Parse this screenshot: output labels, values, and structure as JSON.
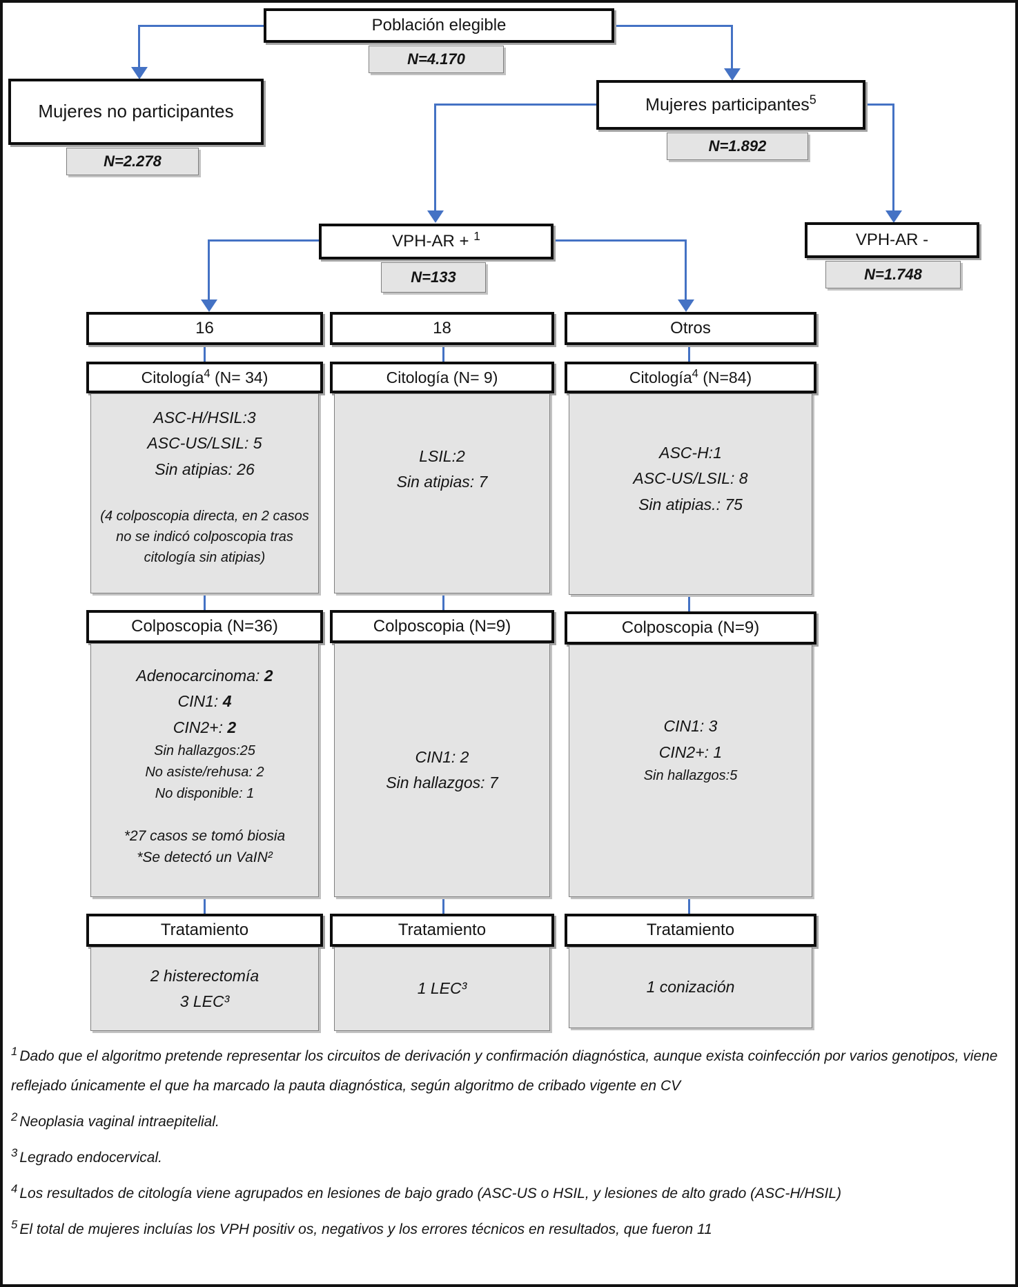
{
  "top": {
    "poblacion_label": "Población elegible",
    "poblacion_n": "N=4.170",
    "no_participantes_label": "Mujeres no participantes",
    "no_participantes_n": "N=2.278",
    "participantes_label": "Mujeres participantes",
    "participantes_sup": "5",
    "participantes_n": "N=1.892",
    "vph_pos_label": "VPH-AR +",
    "vph_pos_sup": "1",
    "vph_pos_n": "N=133",
    "vph_neg_label": "VPH-AR -",
    "vph_neg_n": "N=1.748"
  },
  "columns": [
    {
      "genotype": "16",
      "citologia_title": {
        "pre": "Citología",
        "sup": "4",
        "post": " (N= 34)"
      },
      "citologia_lines": [
        "ASC-H/HSIL:3",
        "ASC-US/LSIL: 5",
        "Sin atipias: 26"
      ],
      "citologia_note": "(4 colposcopia directa, en 2 casos no se indicó colposcopia tras citología sin atipias)",
      "colposcopia_title": "Colposcopia (N=36)",
      "colposcopia_bold": [
        {
          "label": "Adenocarcinoma: ",
          "value": "2"
        },
        {
          "label": "CIN1: ",
          "value": "4"
        },
        {
          "label": "CIN2+: ",
          "value": "2"
        }
      ],
      "colposcopia_lines": [
        "Sin hallazgos:25",
        "No asiste/rehusa: 2",
        "No disponible: 1"
      ],
      "colposcopia_notes": [
        "*27 casos se tomó biosia",
        "*Se detectó un VaIN²"
      ],
      "tratamiento_title": "Tratamiento",
      "tratamiento_lines": [
        "2 histerectomía",
        "3 LEC³"
      ]
    },
    {
      "genotype": "18",
      "citologia_title": {
        "pre": "Citología",
        "sup": "",
        "post": " (N= 9)"
      },
      "citologia_lines": [
        "LSIL:2",
        "Sin atipias: 7"
      ],
      "colposcopia_title": "Colposcopia (N=9)",
      "colposcopia_lines": [
        "CIN1: 2",
        "Sin hallazgos: 7"
      ],
      "tratamiento_title": "Tratamiento",
      "tratamiento_lines": [
        "1 LEC³"
      ]
    },
    {
      "genotype": "Otros",
      "citologia_title": {
        "pre": "Citología",
        "sup": "4",
        "post": " (N=84)"
      },
      "citologia_lines": [
        "ASC-H:1",
        "ASC-US/LSIL: 8",
        "Sin atipias.: 75"
      ],
      "colposcopia_title": "Colposcopia (N=9)",
      "colposcopia_lines": [
        "CIN1: 3",
        "CIN2+: 1",
        "Sin hallazgos:5"
      ],
      "tratamiento_title": "Tratamiento",
      "tratamiento_lines": [
        "1 conización"
      ]
    }
  ],
  "footnotes": [
    {
      "sup": "1",
      "text": "Dado que el algoritmo pretende representar los circuitos de derivación y confirmación diagnóstica, aunque exista coinfección por varios genotipos, viene reflejado únicamente el que ha marcado la pauta diagnóstica, según algoritmo de cribado vigente en CV"
    },
    {
      "sup": "2",
      "text": "Neoplasia vaginal intraepitelial."
    },
    {
      "sup": "3",
      "text": "Legrado endocervical."
    },
    {
      "sup": "4",
      "text": "Los resultados de citología viene agrupados en lesiones de bajo grado (ASC-US o HSIL, y lesiones de alto grado (ASC-H/HSIL)"
    },
    {
      "sup": "5",
      "text": "El total de mujeres incluías los VPH positiv os, negativos y los errores técnicos en resultados, que fueron 11"
    }
  ],
  "colors": {
    "connector_blue": "#4472c4",
    "box_border": "#0d0d0d",
    "gray_fill": "#e4e4e4"
  }
}
